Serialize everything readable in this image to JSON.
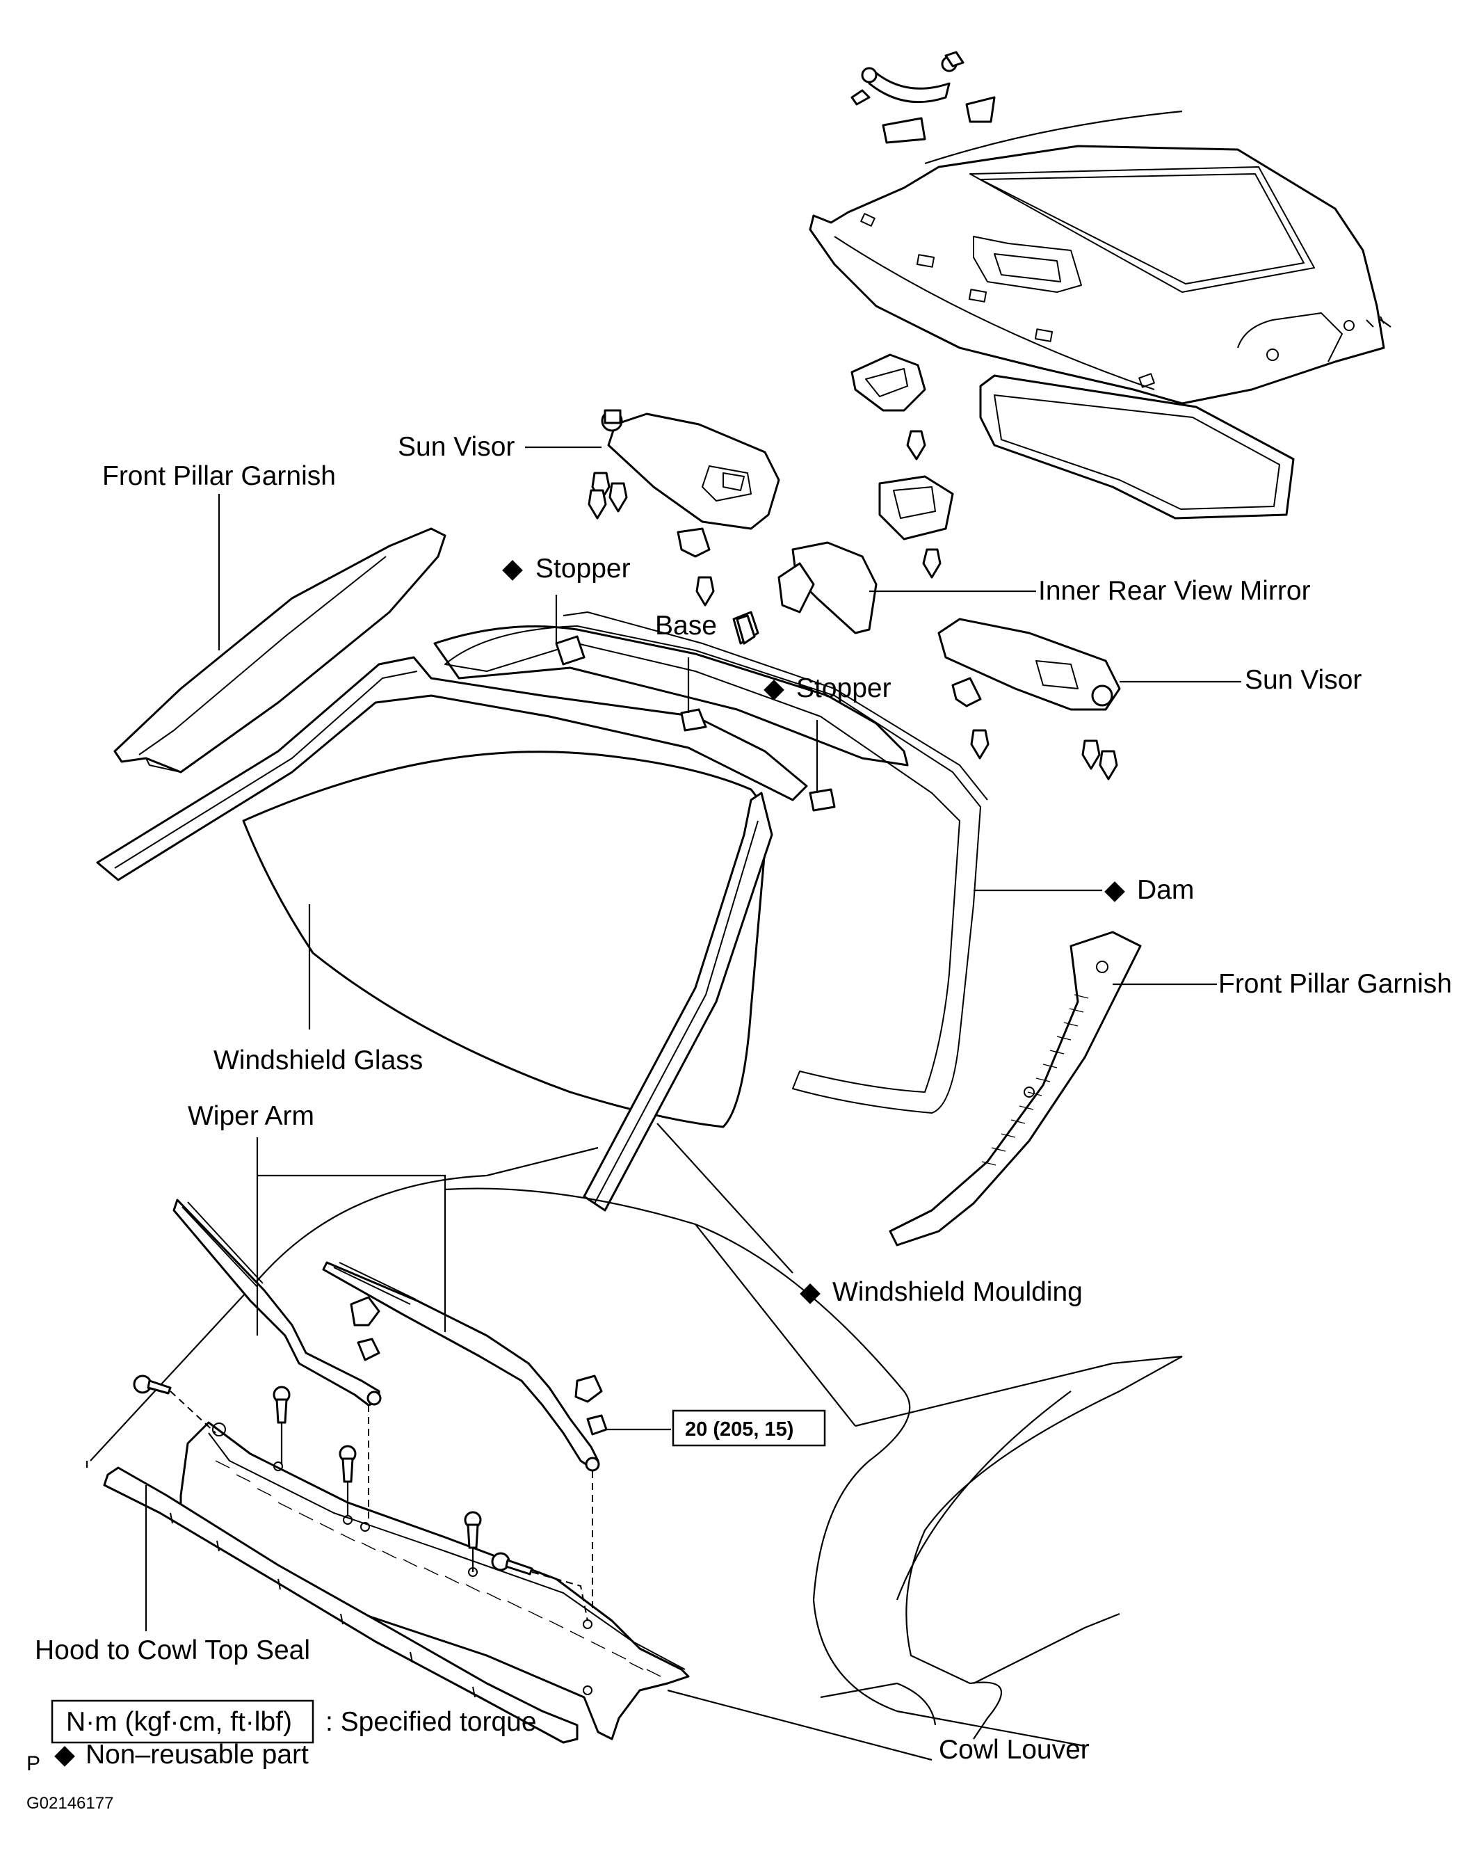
{
  "diagram": {
    "labels": {
      "sun_visor_left": "Sun Visor",
      "front_pillar_garnish_left": "Front Pillar Garnish",
      "stopper_left": "Stopper",
      "base": "Base",
      "inner_rear_view_mirror": "Inner Rear View Mirror",
      "stopper_right": "Stopper",
      "sun_visor_right": "Sun Visor",
      "dam": "Dam",
      "front_pillar_garnish_right": "Front Pillar Garnish",
      "windshield_glass": "Windshield Glass",
      "wiper_arm": "Wiper Arm",
      "windshield_moulding": "Windshield Moulding",
      "torque_value": "20 (205, 15)",
      "hood_to_cowl_top_seal": "Hood to Cowl Top Seal",
      "cowl_louver": "Cowl Louver"
    },
    "legend": {
      "torque_unit_box": "N·m (kgf·cm, ft·lbf)",
      "torque_text": ": Specified torque",
      "non_reusable_text": "Non–reusable part",
      "non_reusable_symbol": "◆",
      "page_marker": "P"
    },
    "figure_code": "G02146177"
  }
}
